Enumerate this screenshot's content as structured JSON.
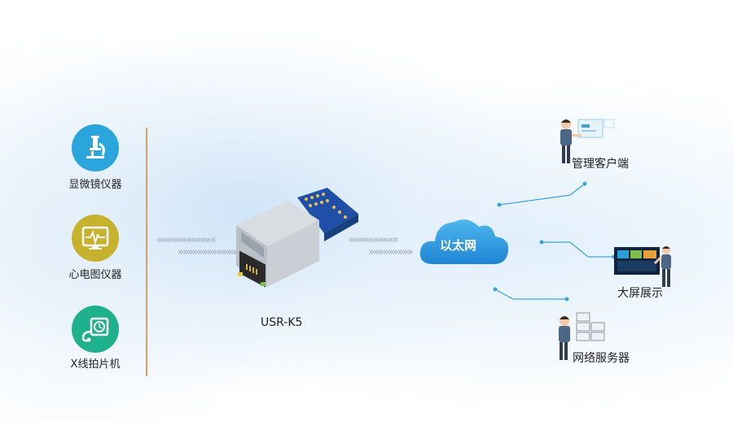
{
  "devices": [
    {
      "label": "显微镜仪器",
      "icon": "microscope-icon",
      "color": "#2aa6dc"
    },
    {
      "label": "心电图仪器",
      "icon": "ecg-monitor-icon",
      "color": "#c7b22e"
    },
    {
      "label": "X线拍片机",
      "icon": "xray-device-icon",
      "color": "#1fb18d"
    }
  ],
  "module": {
    "label": "USR-K5"
  },
  "cloud": {
    "label": "以太网"
  },
  "endpoints": [
    {
      "label": "管理客户端"
    },
    {
      "label": "大屏展示"
    },
    {
      "label": "网络服务器"
    }
  ],
  "colors": {
    "accent": "#2a9fd6",
    "divider": "#d9a06a",
    "line": "#3aa3d8"
  }
}
